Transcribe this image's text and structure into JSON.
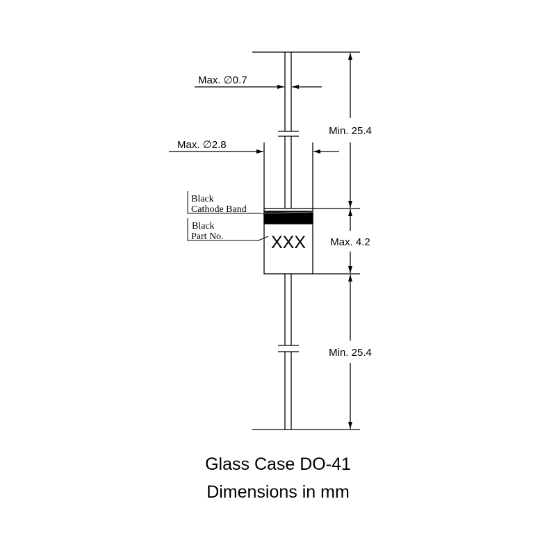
{
  "dimensions": {
    "lead_diameter": "Max. ∅0.7",
    "body_diameter": "Max. ∅2.8",
    "top_lead_length": "Min. 25.4",
    "body_length": "Max. 4.2",
    "bottom_lead_length": "Min. 25.4"
  },
  "labels": {
    "cathode_line1": "Black",
    "cathode_line2": "Cathode Band",
    "partno_line1": "Black",
    "partno_line2": "Part No.",
    "marking": "XXX"
  },
  "caption": {
    "line1": "Glass Case DO-41",
    "line2": "Dimensions in mm"
  }
}
